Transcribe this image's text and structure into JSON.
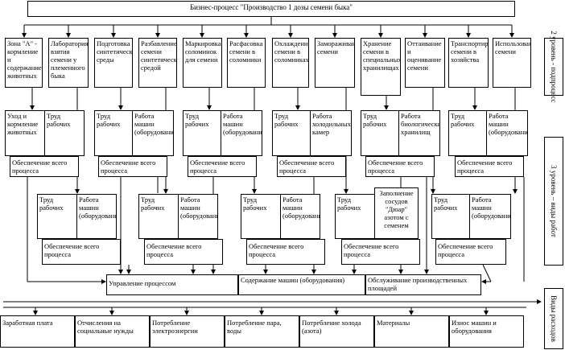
{
  "title": "Бизнес-процесс \"Производство 1 дозы семени быка\"",
  "level2": [
    "Зона \"А\" - кормление и содержание животных",
    "Лаборатория взятия семени у племенного быка",
    "Подготовка синтетической среды",
    "Разбавление семени синтетической средой",
    "Маркировка соломинок для семени",
    "Расфасовка семени в соломинки",
    "Охлаждение семени в соломинках",
    "Замораживание семени",
    "Хранение семени в специальных хранилищах",
    "Оттаивание и оценивание семени",
    "Транспортировка семени в хозяйства",
    "Использование семени"
  ],
  "level3_row1": [
    {
      "left": "Уход и кормление животных",
      "right": "Труд рабочих",
      "bottom": "Обеспечение всего процесса"
    },
    {
      "left": "Труд рабочих",
      "right": "Работа машин (оборудования)",
      "bottom": "Обеспечение всего процесса"
    },
    {
      "left": "Труд рабочих",
      "right": "Работа машин (оборудования)",
      "bottom": "Обеспечение всего процесса"
    },
    {
      "left": "Труд рабочих",
      "right": "Работа холодильных камер",
      "bottom": "Обеспечение всего процесса"
    },
    {
      "left": "Труд рабочих",
      "right": "Работа биологических хранилищ",
      "bottom": "Обеспечение всего процесса"
    },
    {
      "left": "Труд рабочих",
      "right": "Работа машин (оборудования)",
      "bottom": "Обеспечение всего процесса"
    }
  ],
  "level3_row2": [
    {
      "left": "Труд рабочих",
      "right": "Работа машин (оборудования)",
      "bottom": "Обеспечение всего процесса"
    },
    {
      "left": "Труд рабочих",
      "right": "Работа машин (оборудования)",
      "bottom": "Обеспечение всего процесса"
    },
    {
      "left": "Труд рабочих",
      "right": "Работа машин (оборудования)",
      "bottom": "Обеспечение всего процесса"
    },
    {
      "left": "Труд рабочих",
      "right": "Заполнение сосудов \"Дюар\" азотом с семенем",
      "bottom": "Обеспечение всего процесса"
    },
    {
      "left": "Труд рабочих",
      "right": "Работа машин (оборудования)",
      "bottom": "Обеспечение всего процесса"
    }
  ],
  "management": [
    "Управление процессом",
    "Содержание машин (оборудования)",
    "Обслуживание производственных площадей"
  ],
  "costs": [
    "Заработная плата",
    "Отчисления на социальные нужды",
    "Потребление электроэнергии",
    "Потребление пара, воды",
    "Потребление холода (азота)",
    "Материалы",
    "Износ машин и оборудования"
  ],
  "side_labels": [
    "2 уровень - подпроцесс",
    "3 уровень – виды работ",
    "Виды расходов"
  ]
}
